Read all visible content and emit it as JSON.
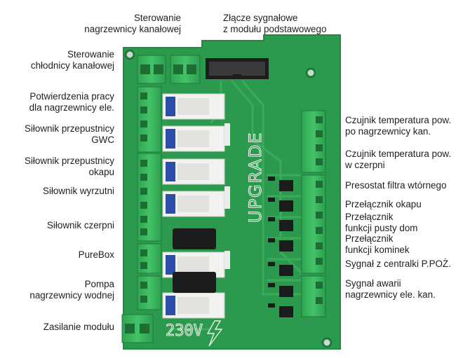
{
  "colors": {
    "board": "#2c9a4e",
    "board_edge": "#238a42",
    "trace": "#3aab5b",
    "silkscreen": "#e6f0e6",
    "terminal_green": "#3cb960",
    "relay_white": "#f2f2f0",
    "relay_blue": "#2c4ea8",
    "chip_black": "#1c1c1c",
    "label_text": "#1f1f1f"
  },
  "left_labels": [
    [
      "Sterowanie",
      "chłodnicy kanałowej"
    ],
    [
      "Potwierdzenia pracy",
      "dla nagrzewnicy ele."
    ],
    [
      "Siłownik przepustnicy",
      "GWC"
    ],
    [
      "Siłownik przepustnicy",
      "okapu"
    ],
    [
      "Siłownik wyrzutni"
    ],
    [
      "Siłownik czerpni"
    ],
    [
      "PureBox"
    ],
    [
      "Pompa",
      "nagrzewnicy wodnej"
    ],
    [
      "Zasilanie modułu"
    ]
  ],
  "top_labels": [
    [
      "Sterowanie",
      "nagrzewnicy kanałowej"
    ],
    [
      "Złącze sygnałowe",
      "z modułu podstawowego"
    ]
  ],
  "right_labels": [
    [
      "Czujnik temperatura pow.",
      "po nagrzewnicy kan."
    ],
    [
      "Czujnik temperatura pow.",
      "w czerpni"
    ],
    [
      "Presostat filtra wtórnego"
    ],
    [
      "Przełącznik okapu"
    ],
    [
      "Przełącznik",
      "funkcji pusty dom"
    ],
    [
      "Przełącznik",
      "funkcji kominek"
    ],
    [
      "Sygnał z centralki P.POŻ."
    ],
    [
      "Sygnał awarii",
      "nagrzewnicy ele. kan."
    ]
  ],
  "board": {
    "upgrade_text": "UPGRADE",
    "voltage_text": "230V"
  }
}
